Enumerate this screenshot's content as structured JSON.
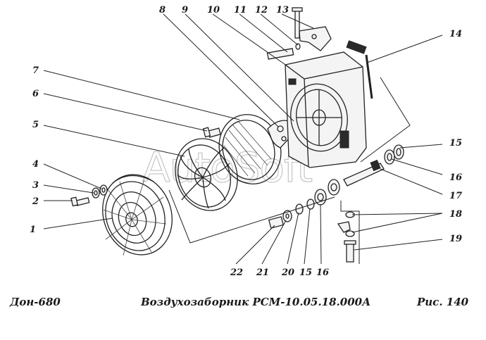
{
  "watermark": "AutoSoft",
  "caption": {
    "model": "Дон-680",
    "title": "Воздухозаборник РСМ-10.05.18.000А",
    "figure": "Рис.  140"
  },
  "callouts": [
    "1",
    "2",
    "3",
    "4",
    "5",
    "6",
    "7",
    "8",
    "9",
    "10",
    "11",
    "12",
    "13",
    "14",
    "15",
    "16",
    "17",
    "18",
    "19",
    "22",
    "21",
    "20",
    "15",
    "16"
  ]
}
